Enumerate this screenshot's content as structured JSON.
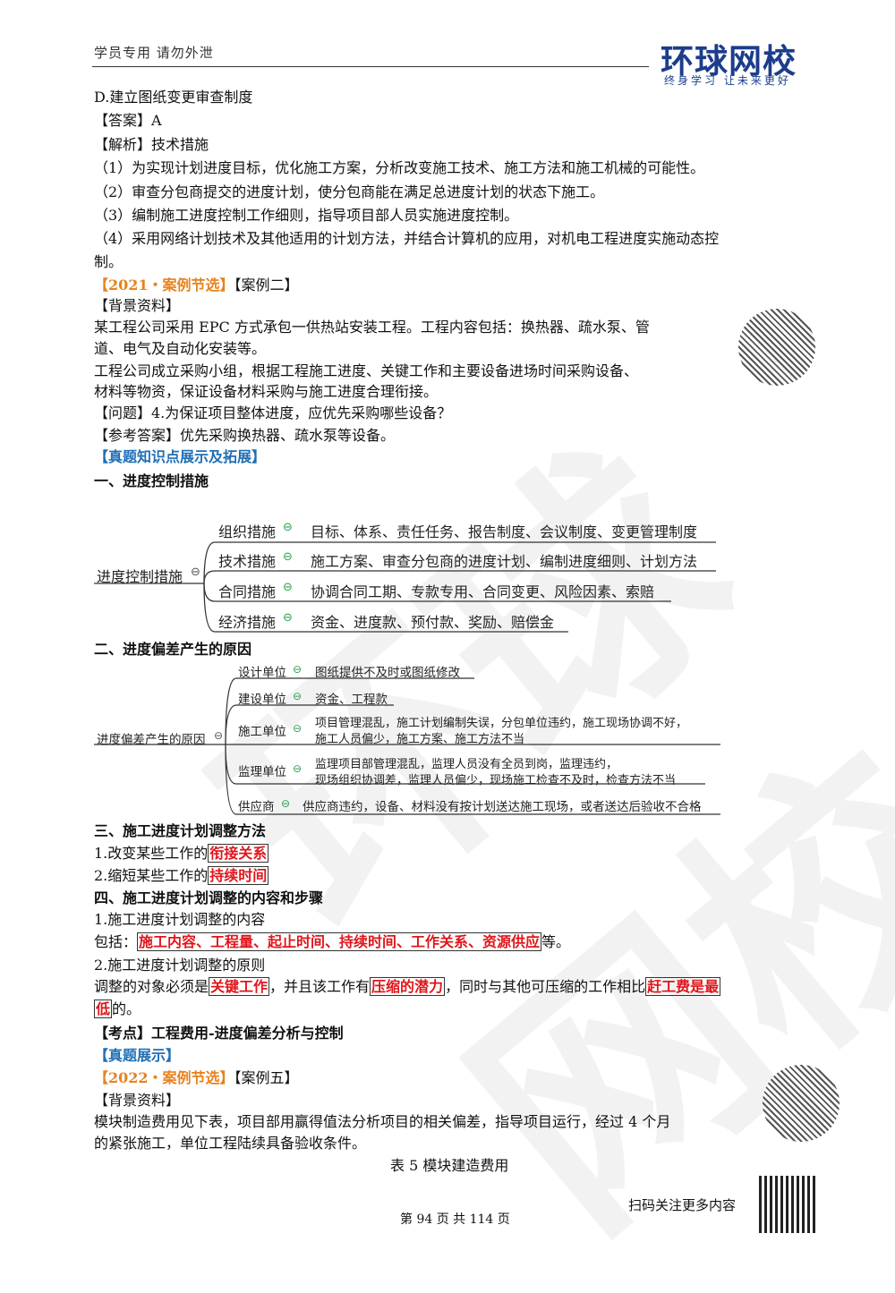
{
  "header": {
    "left": "学员专用  请勿外泄",
    "logo": "环球网校",
    "logo_sub": "终身学习  让未来更好"
  },
  "lines": {
    "l1": "D.建立图纸变更审查制度",
    "l2": "【答案】A",
    "l3": "【解析】技术措施",
    "l4": "（1）为实现计划进度目标，优化施工方案，分析改变施工技术、施工方法和施工机械的可能性。",
    "l5": "（2）审查分包商提交的进度计划，使分包商能在满足总进度计划的状态下施工。",
    "l6": "（3）编制施工进度控制工作细则，指导项目部人员实施进度控制。",
    "l7": "（4）采用网络计划技术及其他适用的计划方法，并结合计算机的应用，对机电工程进度实施动态控",
    "l8": "制。",
    "l9_a": "【2021・案例节选】",
    "l9_b": "【案例二】",
    "l10": "【背景资料】",
    "l11": "某工程公司采用 EPC 方式承包一供热站安装工程。工程内容包括：换热器、疏水泵、管",
    "l12": "道、电气及自动化安装等。",
    "l13": "工程公司成立采购小组，根据工程施工进度、关键工作和主要设备进场时间采购设备、",
    "l14": "材料等物资，保证设备材料采购与施工进度合理衔接。",
    "l15": "【问题】4.为保证项目整体进度，应优先采购哪些设备？",
    "l16": "【参考答案】优先采购换热器、疏水泵等设备。",
    "l17": "【真题知识点展示及拓展】",
    "h1": "一、进度控制措施",
    "h2": "二、进度偏差产生的原因",
    "h3": "三、施工进度计划调整方法",
    "m1a": "1.改变某些工作的",
    "m1b": "衔接关系",
    "m2a": "2.缩短某些工作的",
    "m2b": "持续时间",
    "h4": "四、施工进度计划调整的内容和步骤",
    "n1": "1.施工进度计划调整的内容",
    "n2a": "包括：",
    "n2b": "施工内容、工程量、起止时间、持续时间、工作关系、资源供应",
    "n2c": "等。",
    "n3": "2.施工进度计划调整的原则",
    "n4a": "调整的对象必须是",
    "n4b": "关键工作",
    "n4c": "，并且该工作有",
    "n4d": "压缩的潜力",
    "n4e": "，同时与其他可压缩的工作相比",
    "n4f": "赶工费是最",
    "n5a": "低",
    "n5b": "的。",
    "k1": "【考点】工程费用-进度偏差分析与控制",
    "k2": "【真题展示】",
    "k3a": "【2022・案例节选】",
    "k3b": "【案例五】",
    "k4": "【背景资料】",
    "k5": "模块制造费用见下表，项目部用赢得值法分析项目的相关偏差，指导项目运行，经过 4 个月",
    "k6": "的紧张施工，单位工程陆续具备验收条件。",
    "k7": "表 5  模块建造费用"
  },
  "mindmap1": {
    "root": "进度控制措施",
    "branches": [
      {
        "label": "组织措施",
        "detail": "目标、体系、责任任务、报告制度、会议制度、变更管理制度"
      },
      {
        "label": "技术措施",
        "detail": "施工方案、审查分包商的进度计划、编制进度细则、计划方法"
      },
      {
        "label": "合同措施",
        "detail": "协调合同工期、专款专用、合同变更、风险因素、索赔"
      },
      {
        "label": "经济措施",
        "detail": "资金、进度款、预付款、奖励、赔偿金"
      }
    ]
  },
  "mindmap2": {
    "root": "进度偏差产生的原因",
    "branches": [
      {
        "label": "设计单位",
        "detail1": "图纸提供不及时或图纸修改",
        "detail2": ""
      },
      {
        "label": "建设单位",
        "detail1": "资金、工程款",
        "detail2": ""
      },
      {
        "label": "施工单位",
        "detail1": "项目管理混乱，施工计划编制失误，分包单位违约，施工现场协调不好，",
        "detail2": "施工人员偏少，施工方案、施工方法不当"
      },
      {
        "label": "监理单位",
        "detail1": "监理项目部管理混乱，监理人员没有全员到岗，监理违约，",
        "detail2": "现场组织协调差，监理人员偏少，现场施工检查不及时，检查方法不当"
      },
      {
        "label": "供应商",
        "detail1": "供应商违约，设备、材料没有按计划送达施工现场，或者送达后验收不合格",
        "detail2": ""
      }
    ]
  },
  "footer": {
    "page": "第 94 页 共 114 页",
    "scan": "扫码关注更多内容"
  },
  "watermark": "环球网校"
}
